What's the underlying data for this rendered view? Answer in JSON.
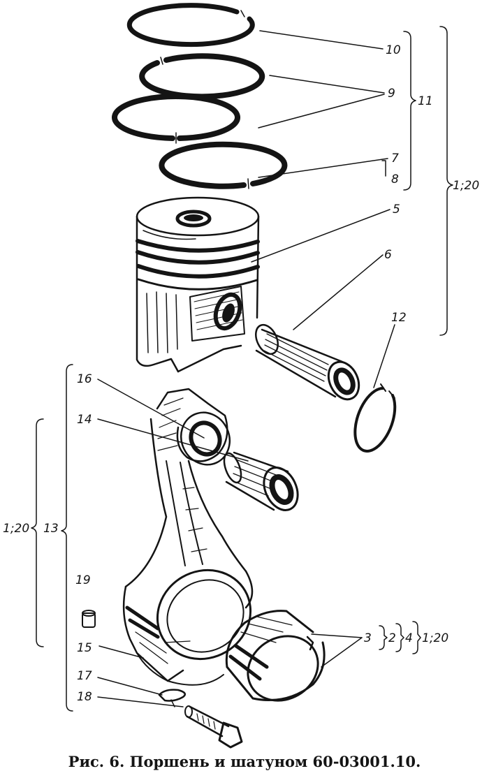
{
  "caption": "Рис. 6. Поршень и шатуном 60-03001.10.",
  "callouts": {
    "c10": "10",
    "c9": "9",
    "c11": "11",
    "c7": "7",
    "c8": "8",
    "c5": "5",
    "c6": "6",
    "c12": "12",
    "c16": "16",
    "c14": "14",
    "c13": "13",
    "c19": "19",
    "c15": "15",
    "c17": "17",
    "c18": "18",
    "c3": "3",
    "c2": "2",
    "c4": "4"
  },
  "ratios": {
    "piston_group": "1;20",
    "rod_group": "1;20",
    "bearing_group": "1;20"
  }
}
